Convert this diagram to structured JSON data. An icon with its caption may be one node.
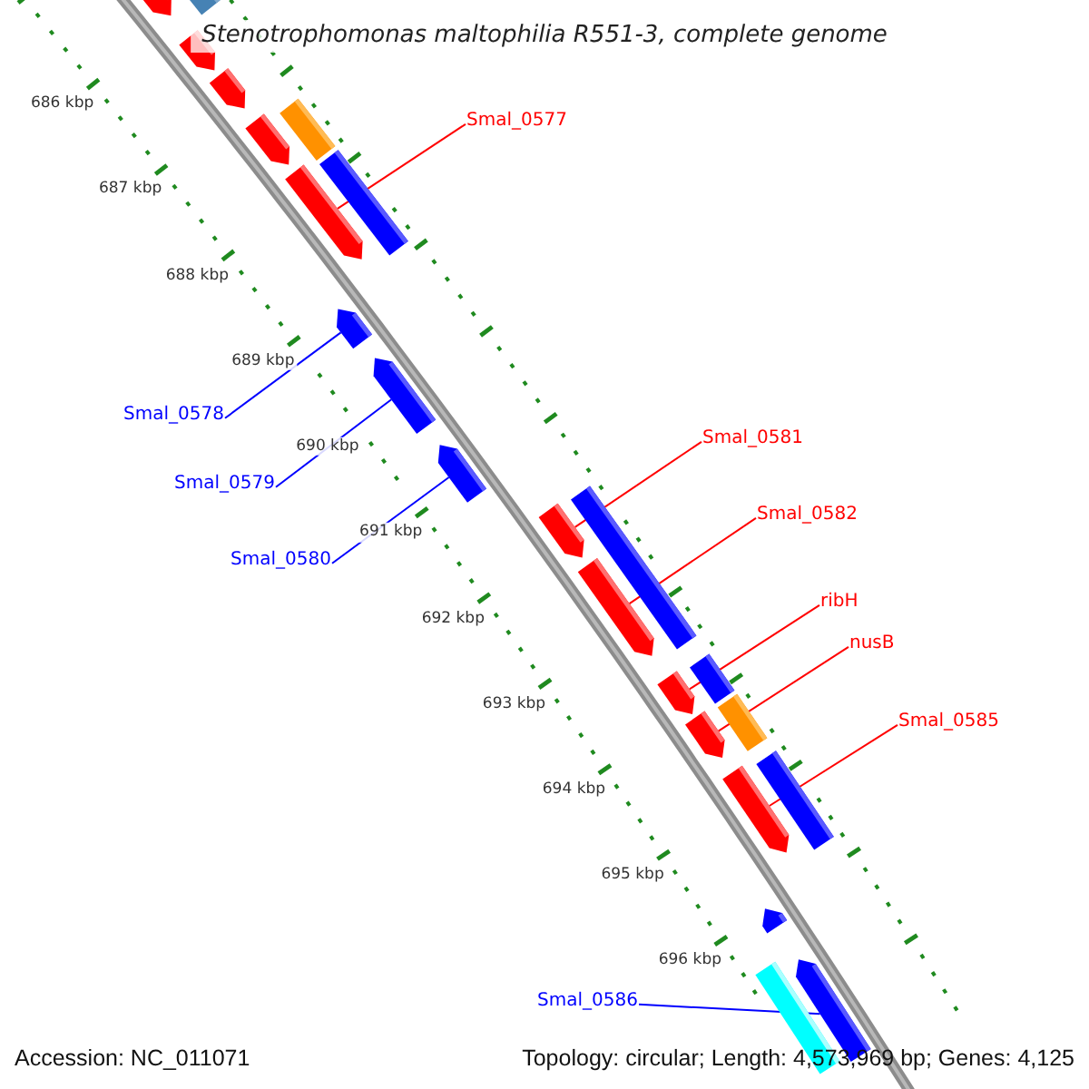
{
  "diagram": {
    "title": "Stenotrophomonas maltophilia R551-3, complete genome",
    "nodes": [
      {
        "text": [
          "Smal_0577"
        ]
      },
      {
        "text": [
          "Smal_0578"
        ]
      },
      {
        "text": [
          "Smal_0581"
        ]
      },
      {
        "text": [
          "Smal_0579"
        ]
      },
      {
        "text": [
          "Smal_0582"
        ]
      },
      {
        "text": [
          "Smal_0580"
        ]
      },
      {
        "text": [
          "ribH"
        ]
      },
      {
        "text": [
          "nusB"
        ]
      },
      {
        "text": [
          "Smal_0585"
        ]
      },
      {
        "text": [
          "Smal_0586"
        ]
      },
      {
        "text": [],
        "shape": "bar"
      },
      {
        "text": [],
        "shape": "bar"
      },
      {
        "text": [],
        "shape": "bar"
      },
      {
        "text": [],
        "shape": "bar"
      },
      {
        "text": [],
        "shape": "bar"
      },
      {
        "text": [],
        "shape": "bar"
      },
      {
        "text": [],
        "shape": "bar"
      },
      {
        "text": [],
        "shape": "bar"
      },
      {
        "text": [],
        "shape": "bar"
      },
      {
        "text": [],
        "shape": "bar"
      },
      {
        "text": [],
        "shape": "bar"
      },
      {
        "text": [],
        "shape": "bar"
      },
      {
        "text": [],
        "shape": "bar"
      },
      {
        "text": [],
        "shape": "bar"
      },
      {
        "text": [],
        "shape": "bar"
      },
      {
        "text": [],
        "shape": "bar"
      },
      {
        "text": [],
        "shape": "bar"
      },
      {
        "text": [],
        "shape": "bar"
      },
      {
        "text": [],
        "shape": "bar"
      },
      {
        "text": [],
        "shape": "bar"
      },
      {
        "text": [],
        "shape": "bar"
      },
      {
        "text": [],
        "shape": "bar"
      },
      {
        "text": [],
        "shape": "bar"
      }
    ],
    "edges": [
      {
        "from": 0,
        "to": 16,
        "arrow": "none"
      },
      {
        "from": 1,
        "to": 18,
        "arrow": "none",
        "color": "#0000ff"
      },
      {
        "from": 2,
        "to": 21,
        "arrow": "none"
      },
      {
        "from": 3,
        "to": 19,
        "arrow": "none",
        "color": "#0000ff"
      },
      {
        "from": 4,
        "to": 23,
        "arrow": "none"
      },
      {
        "from": 5,
        "to": 20,
        "arrow": "none",
        "color": "#0000ff"
      },
      {
        "from": 6,
        "to": 24,
        "arrow": "none"
      },
      {
        "from": 7,
        "to": 26,
        "arrow": "none"
      },
      {
        "from": 8,
        "to": 28,
        "arrow": "none"
      },
      {
        "from": 9,
        "to": 32,
        "arrow": "none",
        "color": "#0000ff"
      }
    ],
    "labels": [
      "686 kbp",
      "687 kbp",
      "688 kbp",
      "689 kbp",
      "690 kbp",
      "691 kbp",
      "692 kbp",
      "693 kbp",
      "694 kbp",
      "695 kbp",
      "696 kbp",
      "Accession: NC_011071",
      "Topology: circular; Length: 4,573,969 bp; Genes: 4,125"
    ]
  }
}
